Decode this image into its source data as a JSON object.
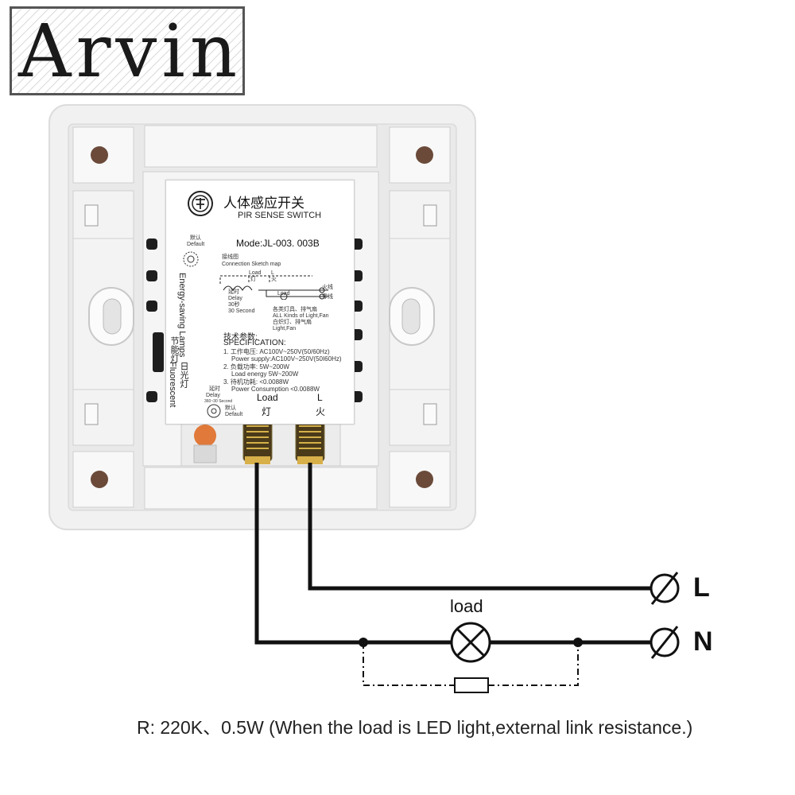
{
  "logo": {
    "text": "Arvin"
  },
  "label": {
    "title_cn": "人体感应开关",
    "title_en": "PIR SENSE SWITCH",
    "model": "Mode:JL-003. 003B",
    "diagram_cn": "接线图",
    "diagram_en": "Connection Sketch map",
    "default_cn": "默认",
    "default_en": "Default",
    "load_small": "Load",
    "load_small_cn": "灯",
    "l_small": "L",
    "l_small_cn": "火",
    "live_cn": "火线",
    "neutral_cn": "零线",
    "lamp_small": "Load",
    "delay_cn": "延时",
    "delay_en": "Delay",
    "delay_value_cn": "30秒",
    "delay_value_en": "30 Second",
    "option1_cn": "各类灯具、排气扇",
    "option1_en": "ALL Kinds of Light,Fan",
    "option2_cn": "白炽灯、排气扇",
    "option2_en": "Light,Fan",
    "spec_cn": "技术参数:",
    "spec_en": "SPECIFICATION:",
    "spec1_cn": "1. 工作电压: AC100V~250V(50/60Hz)",
    "spec1_en": "Power supply:AC100V~250V(50I60Hz)",
    "spec2_cn": "2. 负载功率: 5W~200W",
    "spec2_en": "Load energy  5W~200W",
    "spec3_cn": "3. 待机功耗: <0.0088W",
    "spec3_en": "Power Consumption <0.0088W",
    "side_en": "Energy-saving Lamps",
    "side_cn": "节能灯",
    "side2_cn": "日光灯",
    "side2_en": "Fluorescent",
    "delay_bottom_cn": "延时",
    "delay_bottom_en": "Delay",
    "default_bottom_cn": "默认",
    "default_bottom_en": "Default",
    "seconds_range": "360~30 Second",
    "terminal_load": "Load",
    "terminal_load_cn": "灯",
    "terminal_l": "L",
    "terminal_l_cn": "火"
  },
  "wiring": {
    "load_label": "load",
    "terminal_L": "L",
    "terminal_N": "N"
  },
  "caption": "R: 220K、0.5W (When the load is LED light,external link resistance.)"
}
